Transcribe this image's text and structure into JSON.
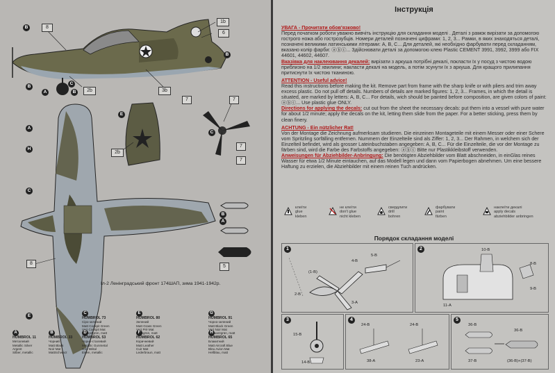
{
  "left_page": {
    "callout_boxes": [
      "8",
      "1b",
      "6",
      "2b",
      "3b",
      "7",
      "7",
      "2b",
      "7",
      "7",
      "8",
      "5"
    ],
    "color_markers": [
      "B",
      "B",
      "A",
      "B",
      "C",
      "B",
      "E",
      "A",
      "H",
      "C",
      "C",
      "B",
      "A",
      "E"
    ],
    "caption": "Іл-2  Ленінградський фронт 174ШАП, зима 1941-1942р.",
    "paints": [
      {
        "letter": "A",
        "brand": "HUMBROL 11",
        "lines": [
          "Металевий",
          "Metallic Silver",
          "Argent",
          "Silber, metallic"
        ]
      },
      {
        "letter": "B",
        "brand": "HUMBROL 33",
        "lines": [
          "Чорний",
          "Matt Black",
          "Noir Mat",
          "MattSchwarz"
        ]
      },
      {
        "letter": "C",
        "brand": "HUMBROL 73",
        "lines": [
          "Сіро-зелений",
          "Matt Cockpit Green",
          "Vert Cockpit Mat",
          "Cockpitgrün, matt"
        ]
      },
      {
        "letter": "D",
        "brand": "HUMBROL 53",
        "lines": [
          "Чорно-сталевий",
          "Metallic Gunmetal",
          "Gris Métal",
          "Eisen, metallic"
        ]
      },
      {
        "letter": "E",
        "brand": "HUMBROL 80",
        "lines": [
          "Зелений",
          "Matt Grass Green",
          "Vert Pré Mat",
          "Grasgrün, matt"
        ]
      },
      {
        "letter": "F",
        "brand": "HUMBROL 62",
        "lines": [
          "Коричневий",
          "Matt Leather",
          "Cuir Mat",
          "Lederbraun, matt"
        ]
      },
      {
        "letter": "G",
        "brand": "HUMBROL 91",
        "lines": [
          "Чорно-зелений",
          "Matt Black Green",
          "Vert Noir Mat",
          "Schwarzgrün, matt"
        ]
      },
      {
        "letter": "H",
        "brand": "HUMBROL 65",
        "lines": [
          "Блакитний",
          "Matt Aircraft Blue",
          "Bleu Avion Mat",
          "Hellblau, matt"
        ]
      }
    ]
  },
  "right_page": {
    "title": "Інструкція",
    "ua_header": "УВАГА - Прочитати обов'язково!",
    "ua_text": "Перед початком роботи уважно вивчіть інструкцію для складання моделі . Деталі з рамок вирізати за допомогою гострого ножа або гострозубців. Номери деталей позначені цифрами: 1, 2, 3... Рамки, в яких знаходяться деталі, позначені великими латинськими літерами: A, B, C... Для деталей, які необхідно фарбувати перед складанням, вказано колір фарби: ⓐⓑⓒ... Здійснювати деталі за допомогою клею Plastic CEMENT 3991, 3992, 3999 або FIX 44601, 44602, 44607.",
    "ua_decal_header": "Вказівка для наклеювання декалей:",
    "ua_decal_text": " вирізати з аркуша потрібні декалі, покласти їх у посуд з чистою водою приблизно на 1/2 хвилини; накласти декалі на модель, а потім зсунути їх з аркуша. Для кращого прилипання притиснути їх чистою тканиною.",
    "en_header": "ATTENTION - Useful advice!",
    "en_text": "Read this instructions before making the kit. Remove part from frame with the sharp knife or with pliers and trim away excess plastic. Do not pull off details. Numbers of details are marked figures: 1, 2, 3... Frames, in which the detail is situated, are marked by letters: A, B, C... For details, wich should be painted before composition, are given colors of paint: ⓐⓑⓒ... Use plastic glue ONLY.",
    "en_decal_header": "Directions for applying the decals:",
    "en_decal_text": " cut out from the sheet the necessary decals: put them into a vessel with pure water for about 1/2 minute; apply the decals on the kit, letting them slide from the paper. For a better sticking, press them by clean finery.",
    "de_header": "ACHTUNG - Ein nützlicher Rat!",
    "de_text": "Von der Montage die Zeichnung aufmerksam studieren. Die einzeinen Montageteile mit einem Messer oder einer Schere vom Spritzling sorfälling entfernen. Nummern der Einzelteile sind als Ziffer: 1, 2, 3... Der Rahmen, in welchem sich der Einzelteil befindet, wird als grosser Lateinbuchstaben angegeben: A, B, C... Für die Einzelteile, die vor der Montage zu färben sind, wird die Farbe des Farbstoffs angegeben: ⓐⓑⓒ Bitte nur Plastikkleibstoff verwenden.",
    "de_decal_header": "Anweisungen für Abziehbilder-Anbringung:",
    "de_decal_text": " Die benötigten Abziehbilder vom Blatt abschneiden, in einGlas reines Wasser für etwa 1/2 Minute eintauchen, auf das Modell legen und dann vom Papierbogen abnehmen. Um eine bessere Haftung zu erzielen, die Abziehbilder mit einem reinen Tuch andrücken.",
    "legend": [
      {
        "icon": "glue",
        "text": [
          "клеїти",
          "glue",
          "kleben"
        ]
      },
      {
        "icon": "noglue",
        "text": [
          "не клеїти",
          "don't glue",
          "nicht kleben"
        ]
      },
      {
        "icon": "drill",
        "text": [
          "свердлити",
          "drill",
          "bohren"
        ]
      },
      {
        "icon": "paint",
        "text": [
          "фарбувати",
          "paint",
          "färben"
        ]
      },
      {
        "icon": "decal",
        "text": [
          "наклеїти декалі",
          "apply decals",
          "abziehbilder anbringen"
        ]
      }
    ],
    "assembly_title": "Порядок складання моделі",
    "steps": [
      {
        "num": "1",
        "parts": [
          "5-B",
          "4-B",
          "(1-B)",
          "2-B",
          "3-A"
        ]
      },
      {
        "num": "2",
        "parts": [
          "10-B",
          "8-B",
          "9-B",
          "11-A"
        ]
      },
      {
        "num": "3",
        "parts": [
          "15-B",
          "14-B"
        ]
      },
      {
        "num": "4",
        "parts": [
          "24-B",
          "24-B",
          "38-A",
          "23-A"
        ]
      },
      {
        "num": "5",
        "parts": [
          "36-B",
          "36-B",
          "37-B",
          "(36-B)+(37-B)"
        ]
      }
    ]
  }
}
